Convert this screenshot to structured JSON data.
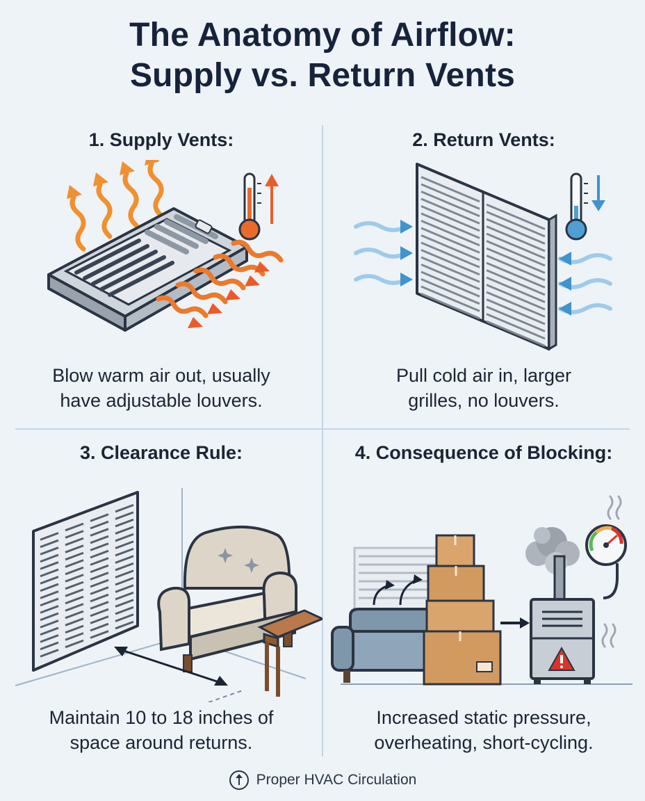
{
  "title": {
    "line1": "The Anatomy of Airflow:",
    "line2": "Supply vs. Return Vents"
  },
  "panels": [
    {
      "heading": "1. Supply Vents:",
      "description": [
        "Blow warm air out, usually",
        "have adjustable louvers."
      ],
      "icons": [
        "thermometer-hot-icon",
        "arrow-up-icon",
        "supply-vent-icon"
      ]
    },
    {
      "heading": "2. Return Vents:",
      "description": [
        "Pull cold air in, larger",
        "grilles, no louvers."
      ],
      "icons": [
        "thermometer-cold-icon",
        "arrow-down-icon",
        "return-grille-icon"
      ]
    },
    {
      "heading": "3. Clearance Rule:",
      "description": [
        "Maintain 10 to 18 inches of",
        "space around returns."
      ],
      "icons": [
        "wall-grille-icon",
        "armchair-icon",
        "side-table-icon",
        "distance-arrow-icon"
      ]
    },
    {
      "heading": "4. Consequence of Blocking:",
      "description": [
        "Increased static pressure,",
        "overheating, short-cycling."
      ],
      "icons": [
        "sofa-icon",
        "boxes-icon",
        "furnace-icon",
        "pressure-gauge-icon",
        "warning-icon"
      ]
    }
  ],
  "footer": {
    "text": "Proper HVAC Circulation",
    "icon": "circulation-arrow-icon"
  },
  "colors": {
    "background": "#eef3f8",
    "warm_air": "#f08a2a",
    "cold_air": "#4d9fd4",
    "divider": "#c3d5e6",
    "title": "#17233a"
  }
}
